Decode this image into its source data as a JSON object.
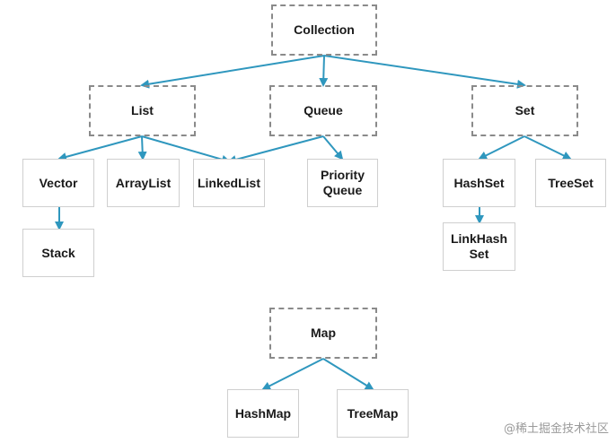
{
  "diagram": {
    "nodes": {
      "collection": "Collection",
      "list": "List",
      "queue": "Queue",
      "set": "Set",
      "vector": "Vector",
      "arraylist": "ArrayList",
      "linkedlist": "LinkedList",
      "priorityqueue": "Priority\nQueue",
      "hashset": "HashSet",
      "treeset": "TreeSet",
      "stack": "Stack",
      "linkedhashset": "LinkHash\nSet",
      "map": "Map",
      "hashmap": "HashMap",
      "treemap": "TreeMap"
    },
    "edges": [
      {
        "from": "collection",
        "to": "list"
      },
      {
        "from": "collection",
        "to": "queue"
      },
      {
        "from": "collection",
        "to": "set"
      },
      {
        "from": "list",
        "to": "vector"
      },
      {
        "from": "list",
        "to": "arraylist"
      },
      {
        "from": "list",
        "to": "linkedlist"
      },
      {
        "from": "queue",
        "to": "linkedlist"
      },
      {
        "from": "queue",
        "to": "priorityqueue"
      },
      {
        "from": "set",
        "to": "hashset"
      },
      {
        "from": "set",
        "to": "treeset"
      },
      {
        "from": "vector",
        "to": "stack"
      },
      {
        "from": "hashset",
        "to": "linkedhashset"
      },
      {
        "from": "map",
        "to": "hashmap"
      },
      {
        "from": "map",
        "to": "treemap"
      }
    ],
    "edge_color": "#2f97be"
  },
  "watermark": "@稀土掘金技术社区"
}
